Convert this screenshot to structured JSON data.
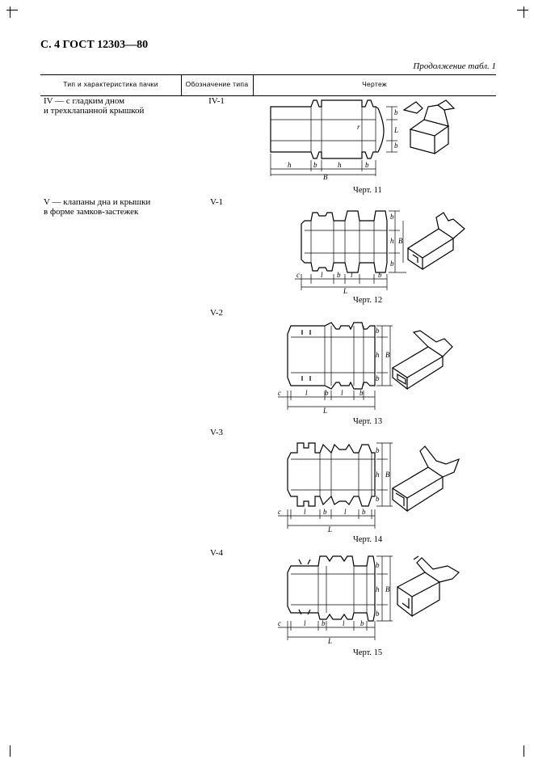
{
  "header": {
    "title": "С. 4 ГОСТ 12303—80"
  },
  "continuation": "Продолжение табл. 1",
  "columns": [
    "Тип и характеристика пачки",
    "Обозначение типа",
    "Чертеж"
  ],
  "rows": [
    {
      "type_line1": "IV — с гладким дном",
      "type_line2": "и трехклапанной крышкой",
      "code": "IV-1",
      "caption": "Черт. 11",
      "dims": {
        "h1": "h",
        "b1": "b",
        "h2": "h",
        "b2": "b",
        "B": "B",
        "r": "r",
        "vb": "b",
        "vL": "L",
        "vb2": "b"
      }
    },
    {
      "type_line1": "V — клапаны дна и крышки",
      "type_line2": "в форме замков-застежек",
      "code": "V-1",
      "caption": "Черт. 12",
      "dims": {
        "c": "c",
        "l1": "l",
        "b1": "b",
        "l2": "l",
        "b2": "b",
        "L": "L",
        "vb": "b",
        "vh": "h",
        "vB": "B",
        "vb2": "b"
      }
    },
    {
      "code": "V-2",
      "caption": "Черт. 13",
      "dims": {
        "c": "c",
        "l1": "l",
        "b1": "b",
        "l2": "l",
        "b2": "b",
        "L": "L",
        "vb": "b",
        "vh": "h",
        "vB": "B",
        "vb2": "b"
      }
    },
    {
      "code": "V-3",
      "caption": "Черт. 14",
      "dims": {
        "c": "c",
        "l1": "l",
        "b1": "b",
        "l2": "l",
        "b2": "b",
        "L": "L",
        "vb": "b",
        "vh": "h",
        "vB": "B",
        "vb2": "b"
      }
    },
    {
      "code": "V-4",
      "caption": "Черт. 15",
      "dims": {
        "c": "c",
        "l1": "l",
        "b1": "b",
        "l2": "l",
        "b2": "b",
        "L": "L",
        "vb": "b",
        "vh": "h",
        "vB": "B",
        "vb2": "b"
      }
    }
  ]
}
